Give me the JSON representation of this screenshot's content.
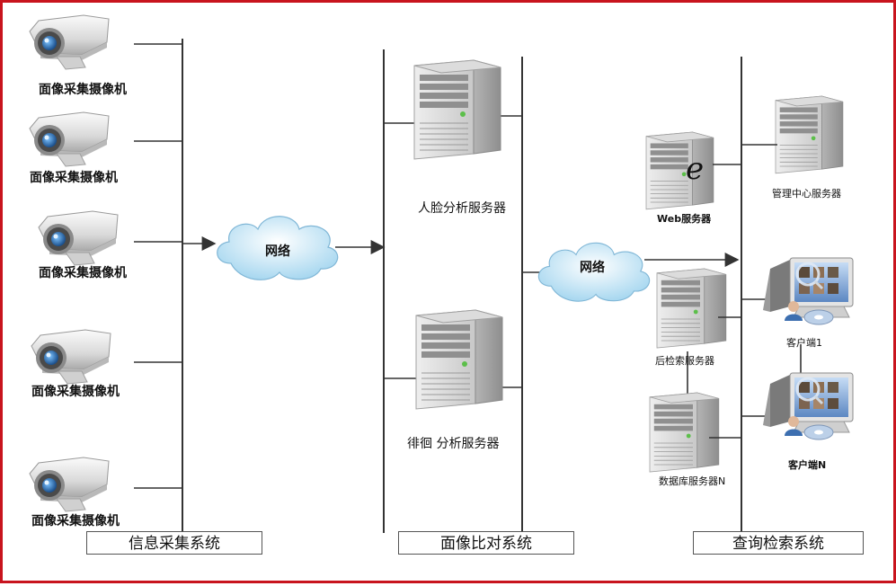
{
  "cameras": [
    {
      "label": "面像采集摄像机"
    },
    {
      "label": "面像采集摄像机"
    },
    {
      "label": "面像采集摄像机"
    },
    {
      "label": "面像采集摄像机"
    },
    {
      "label": "面像采集摄像机"
    }
  ],
  "networks": [
    {
      "label": "网络"
    },
    {
      "label": "网络"
    }
  ],
  "servers": {
    "face_analysis": "人脸分析服务器",
    "loiter_analysis": "徘徊 分析服务器",
    "web": "Web服务器",
    "web_glyph": "e",
    "management": "管理中心服务器",
    "retrieval": "后检索服务器",
    "database": "数据库服务器N"
  },
  "clients": {
    "client1": "客户端1",
    "clientN": "客户端N"
  },
  "systems": {
    "info_collection": "信息采集系统",
    "face_comparison": "面像比对系统",
    "query_retrieval": "查询检索系统"
  },
  "colors": {
    "border": "#c8141e",
    "line": "#333333",
    "cloud": "#bfe3f4"
  }
}
